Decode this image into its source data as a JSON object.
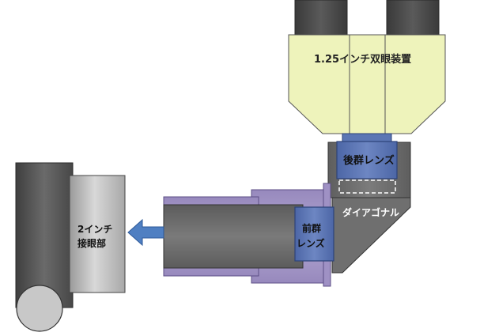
{
  "labels": {
    "binocular_viewer": "1.25インチ双眼装置",
    "rear_lens_group": "後群レンズ",
    "diagonal": "ダイアゴナル",
    "front_lens_group_line1": "前群",
    "front_lens_group_line2": "レンズ",
    "eyepiece_mount_line1": "2インチ",
    "eyepiece_mount_line2": "接眼部"
  },
  "colors": {
    "binocular_body": "#eef3bb",
    "lens_blue": "#5b76b4",
    "lens_border": "#2d4379",
    "diagonal_gray": "#6f6f6f",
    "adapter_purple": "#a99bc9",
    "tube_gray": "#6a6a6a",
    "eyepiece_body": "#cfcfcf",
    "focuser_dark": "#5a5a5a",
    "arrow_blue": "#4f7fc2"
  },
  "icons": {
    "direction_arrow": "arrow-left-icon"
  }
}
